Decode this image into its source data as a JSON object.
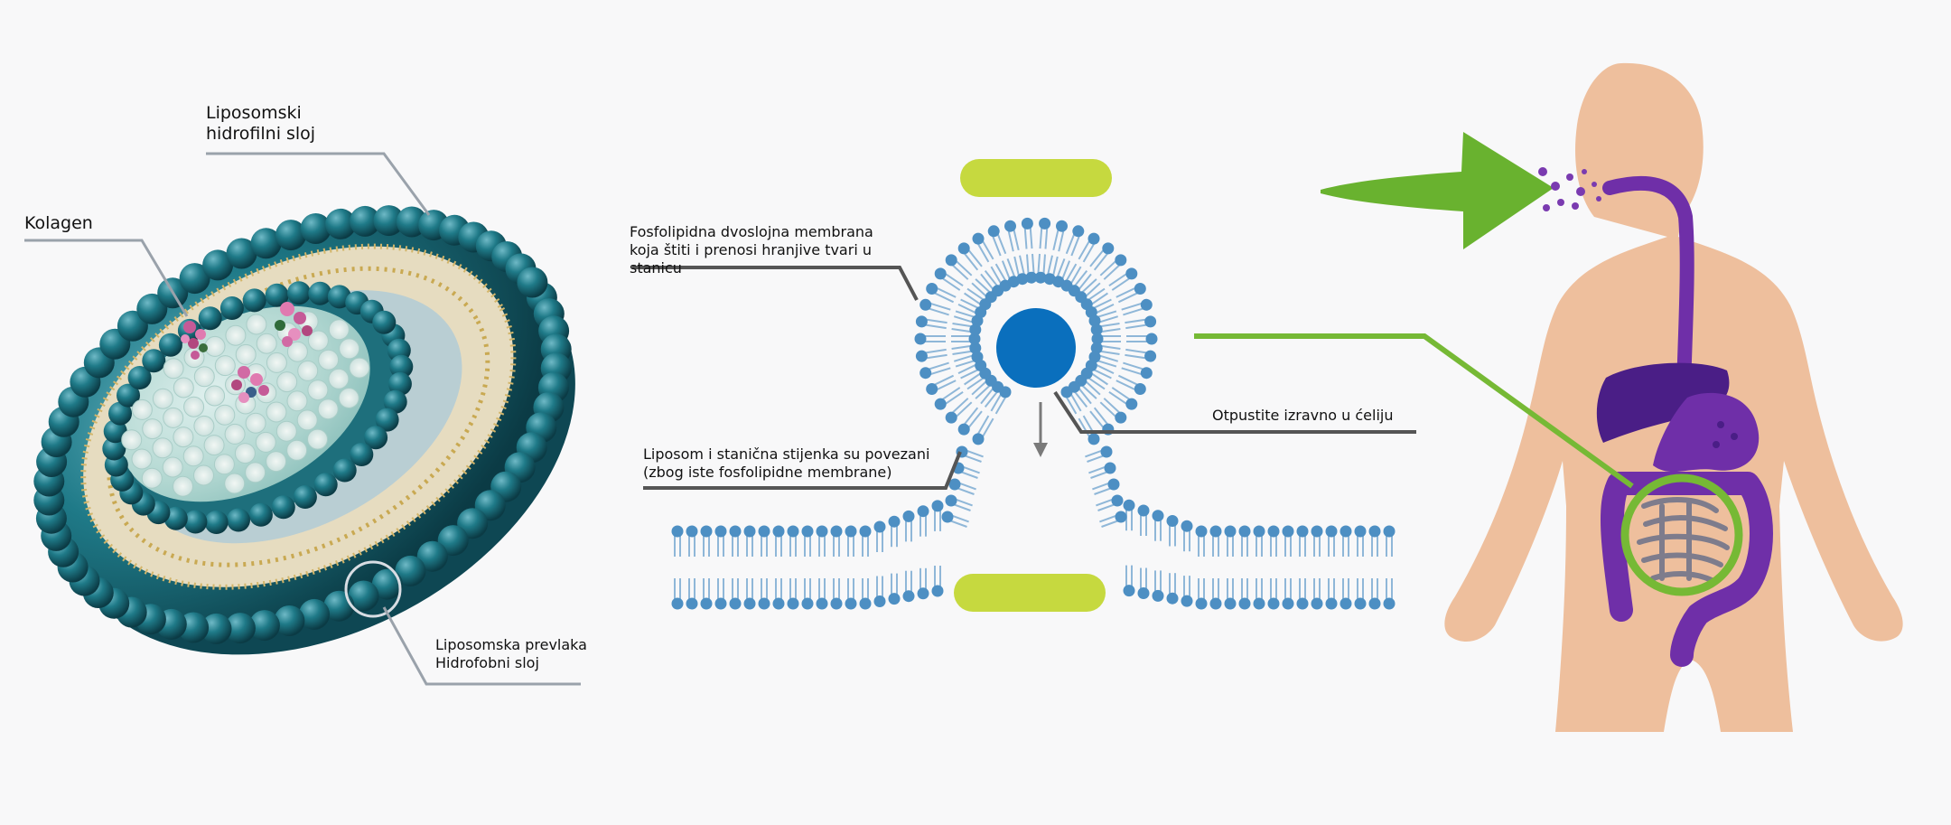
{
  "labels": {
    "hydrophilic_line1": "Liposomski",
    "hydrophilic_line2": "hidrofilni sloj",
    "collagen": "Kolagen",
    "coating_line1": "Liposomska prevlaka",
    "coating_line2": "Hidrofobni sloj",
    "bilayer_line1": "Fosfolipidna dvoslojna membrana",
    "bilayer_line2": "koja štiti i prenosi hranjive tvari u",
    "bilayer_line3": "stanicu",
    "connected_line1": "Liposom i stanična stijenka su povezani",
    "connected_line2": "(zbog iste fosfolipidne membrane)",
    "release": "Otpustite izravno u ćeliju"
  },
  "colors": {
    "teal": "#1d6f7d",
    "phospholipid_blue": "#4d8fc3",
    "core_blue": "#0a6fbd",
    "lime_bar": "#c6d93f",
    "green_arrow": "#69b22f",
    "skin": "#eebf9d",
    "purple": "#6f2fa8",
    "liver": "#4a1e86"
  }
}
